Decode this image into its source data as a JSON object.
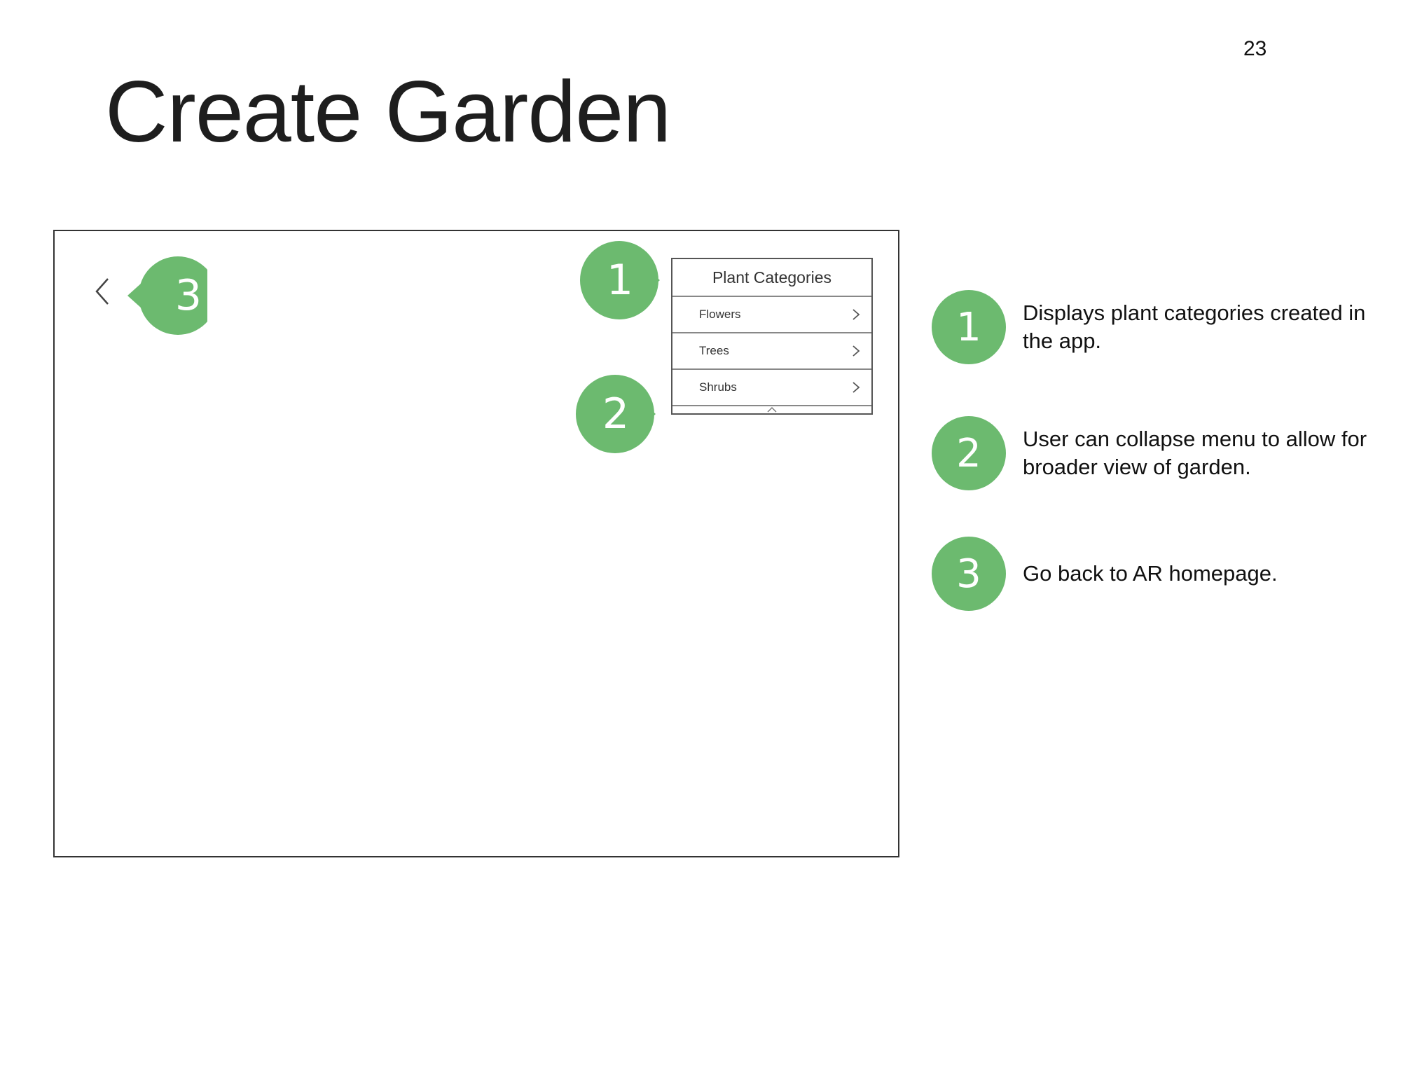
{
  "page": {
    "number": "23",
    "title": "Create Garden"
  },
  "colors": {
    "marker_green": "#6cba6f",
    "text_dark": "#1e1e1e"
  },
  "mockup": {
    "back_icon": "chevron-left-icon",
    "menu": {
      "header": "Plant Categories",
      "items": [
        {
          "label": "Flowers",
          "icon": "chevron-right-icon"
        },
        {
          "label": "Trees",
          "icon": "chevron-right-icon"
        },
        {
          "label": "Shrubs",
          "icon": "chevron-right-icon"
        }
      ],
      "collapse_icon": "chevron-up-icon"
    },
    "markers": [
      "1",
      "2",
      "3"
    ]
  },
  "legend": [
    {
      "number": "1",
      "text": "Displays plant categories created in the app."
    },
    {
      "number": "2",
      "text": "User can collapse menu to allow for broader view of garden."
    },
    {
      "number": "3",
      "text": "Go back to AR homepage."
    }
  ]
}
